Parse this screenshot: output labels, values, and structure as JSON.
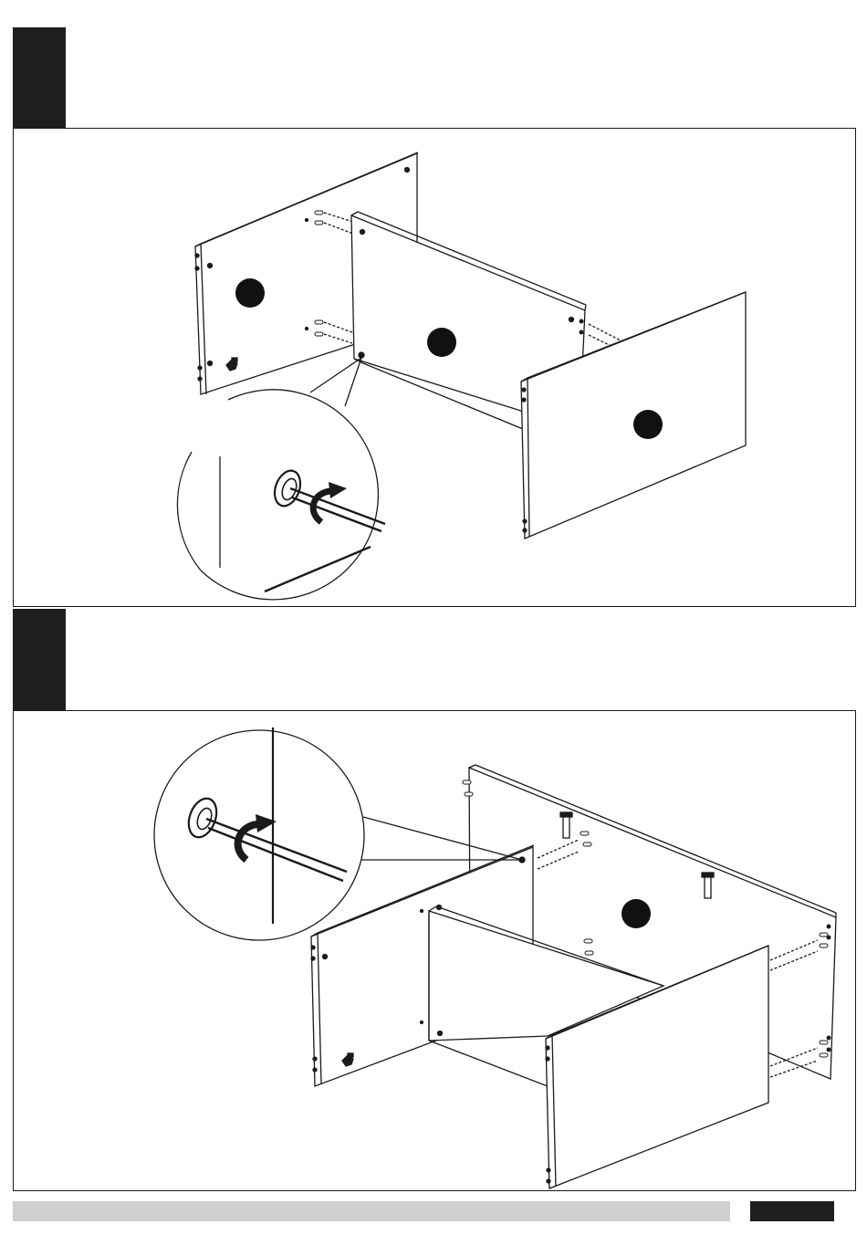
{
  "page": {
    "background": "#ffffff",
    "ink_color": "#1a1a1a",
    "footer_bar_color": "#d0d0d0",
    "footer_block_color": "#1e1e1e"
  },
  "steps": [
    {
      "marker_icon": "step-arrow-tab",
      "panels": [
        "side-panel-left",
        "back-panel-center",
        "front-panel-right"
      ],
      "detail_icon": "cam-lock-screwdriver-detail",
      "rotation_icon": "clockwise-arrow"
    },
    {
      "marker_icon": "step-arrow-tab",
      "panels": [
        "back-panel",
        "side-panel-left",
        "divider-panel",
        "front-panel"
      ],
      "detail_icon": "cam-lock-screwdriver-detail",
      "rotation_icon": "clockwise-arrow"
    }
  ]
}
